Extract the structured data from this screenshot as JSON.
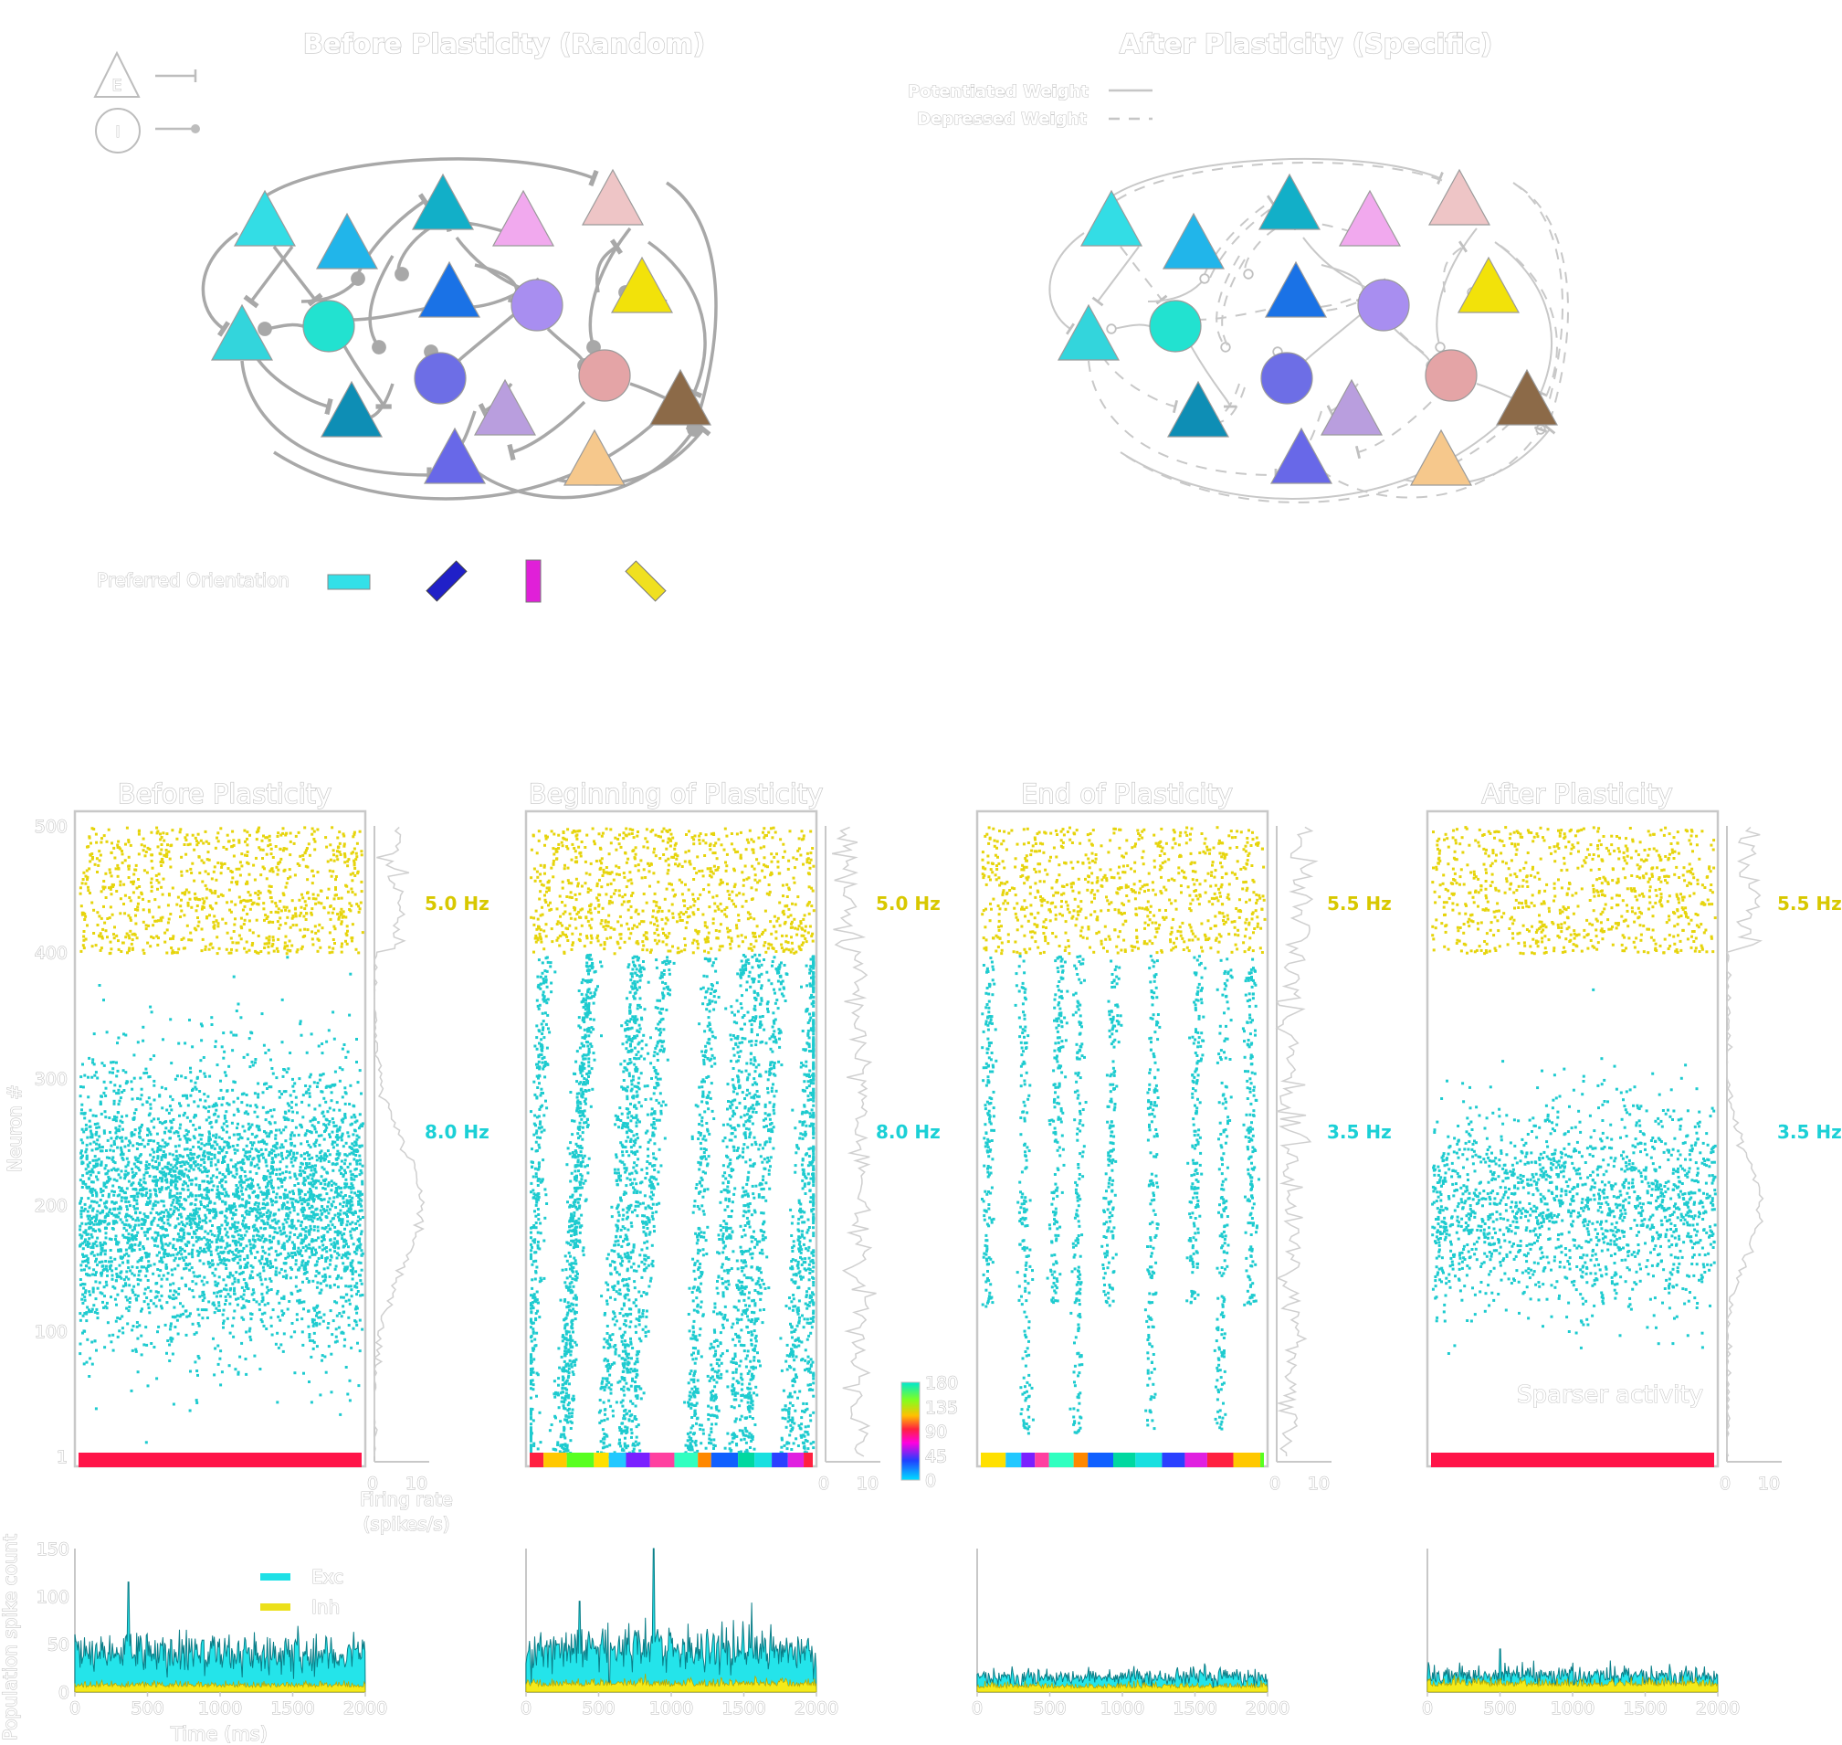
{
  "network": {
    "before_title": "Before Plasticity (Random)",
    "after_title": "After Plasticity (Specific)",
    "legend_e": "E",
    "legend_i": "I",
    "potentiated_label": "Potentiated Weight",
    "depressed_label": "Depressed Weight",
    "orientation_label": "Preferred Orientation",
    "orientation_colors": [
      "#33e0e8",
      "#2020c8",
      "#e020d8",
      "#f0e020"
    ],
    "neuron_colors": {
      "exc": [
        "#33dde5",
        "#21b5ea",
        "#12afc8",
        "#f1a9ee",
        "#eec5c6",
        "#1a72e6",
        "#f2e20a",
        "#33d5dc",
        "#0e8eb5",
        "#b99ede",
        "#8c6a48",
        "#6868e8",
        "#f6c88c"
      ],
      "inh": [
        "#22e2d0",
        "#a88ef0",
        "#6d6ee6",
        "#e4a4a6"
      ]
    }
  },
  "panels": [
    {
      "title": "Before Plasticity",
      "inh_rate": "5.0 Hz",
      "exc_rate": "8.0 Hz",
      "rate_ticks": [
        "0",
        "10"
      ],
      "stimulus": "single",
      "pop_ylim": [
        0,
        150
      ]
    },
    {
      "title": "Beginning of Plasticity",
      "inh_rate": "5.0 Hz",
      "exc_rate": "8.0 Hz",
      "rate_ticks": [
        "0",
        "10"
      ],
      "stimulus": "varying",
      "pop_ylim": [
        0,
        150
      ]
    },
    {
      "title": "End of Plasticity",
      "inh_rate": "5.5 Hz",
      "exc_rate": "3.5 Hz",
      "rate_ticks": [
        "0",
        "10"
      ],
      "stimulus": "varying",
      "pop_ylim": [
        0,
        150
      ]
    },
    {
      "title": "After Plasticity",
      "inh_rate": "5.5 Hz",
      "exc_rate": "3.5 Hz",
      "rate_ticks": [
        "0",
        "10"
      ],
      "stimulus": "single",
      "annotation": "Sparser activity",
      "pop_ylim": [
        0,
        150
      ]
    }
  ],
  "raster": {
    "ylabel": "Neuron #",
    "yticks": [
      "1",
      "100",
      "200",
      "300",
      "400",
      "500"
    ],
    "rate_xlabel_line1": "Firing rate",
    "rate_xlabel_line2": "(spikes/s)"
  },
  "colorbar": {
    "ticks": [
      "0",
      "45",
      "90",
      "135",
      "180"
    ]
  },
  "population": {
    "ylabel": "Population spike count",
    "xlabel": "Time (ms)",
    "xticks": [
      "0",
      "500",
      "1000",
      "1500",
      "2000"
    ],
    "yticks": [
      "0",
      "50",
      "100",
      "150"
    ],
    "legend": [
      "Exc",
      "Inh"
    ]
  },
  "colors": {
    "exc": "#1ecbcf",
    "inh": "#e6d40c",
    "stim_single": "#ff1448",
    "exc_rate_text": "#1bd0d6",
    "inh_rate_text": "#d8c800"
  },
  "chart_data": [
    {
      "type": "scatter",
      "title": "Before Plasticity",
      "ylabel": "Neuron #",
      "xlim": [
        0,
        2000
      ],
      "ylim": [
        1,
        500
      ],
      "series": [
        {
          "name": "Exc",
          "rate_hz": 8.0,
          "neurons": [
            1,
            400
          ]
        },
        {
          "name": "Inh",
          "rate_hz": 5.0,
          "neurons": [
            401,
            500
          ]
        }
      ]
    },
    {
      "type": "scatter",
      "title": "Beginning of Plasticity",
      "xlim": [
        0,
        2000
      ],
      "ylim": [
        1,
        500
      ],
      "series": [
        {
          "name": "Exc",
          "rate_hz": 8.0,
          "neurons": [
            1,
            400
          ]
        },
        {
          "name": "Inh",
          "rate_hz": 5.0,
          "neurons": [
            401,
            500
          ]
        }
      ]
    },
    {
      "type": "scatter",
      "title": "End of Plasticity",
      "xlim": [
        0,
        2000
      ],
      "ylim": [
        1,
        500
      ],
      "series": [
        {
          "name": "Exc",
          "rate_hz": 3.5,
          "neurons": [
            1,
            400
          ]
        },
        {
          "name": "Inh",
          "rate_hz": 5.5,
          "neurons": [
            401,
            500
          ]
        }
      ]
    },
    {
      "type": "scatter",
      "title": "After Plasticity",
      "xlim": [
        0,
        2000
      ],
      "ylim": [
        1,
        500
      ],
      "series": [
        {
          "name": "Exc",
          "rate_hz": 3.5,
          "neurons": [
            1,
            400
          ]
        },
        {
          "name": "Inh",
          "rate_hz": 5.5,
          "neurons": [
            401,
            500
          ]
        }
      ]
    },
    {
      "type": "line",
      "ylabel": "Population spike count",
      "xlabel": "Time (ms)",
      "xlim": [
        0,
        2000
      ],
      "ylim": [
        0,
        150
      ],
      "series": [
        {
          "name": "Exc",
          "typical_range": [
            15,
            60
          ],
          "peak": [
            370,
            115
          ]
        },
        {
          "name": "Inh",
          "typical_range": [
            2,
            10
          ]
        }
      ]
    },
    {
      "type": "line",
      "xlim": [
        0,
        2000
      ],
      "ylim": [
        0,
        150
      ],
      "series": [
        {
          "name": "Exc",
          "typical_range": [
            15,
            70
          ],
          "peak": [
            880,
            150
          ]
        },
        {
          "name": "Inh",
          "typical_range": [
            2,
            12
          ]
        }
      ]
    },
    {
      "type": "line",
      "xlim": [
        0,
        2000
      ],
      "ylim": [
        0,
        150
      ],
      "series": [
        {
          "name": "Exc",
          "typical_range": [
            5,
            30
          ]
        },
        {
          "name": "Inh",
          "typical_range": [
            1,
            8
          ]
        }
      ]
    },
    {
      "type": "line",
      "xlim": [
        0,
        2000
      ],
      "ylim": [
        0,
        150
      ],
      "series": [
        {
          "name": "Exc",
          "typical_range": [
            5,
            30
          ],
          "peak": [
            500,
            45
          ]
        },
        {
          "name": "Inh",
          "typical_range": [
            2,
            15
          ]
        }
      ]
    }
  ]
}
